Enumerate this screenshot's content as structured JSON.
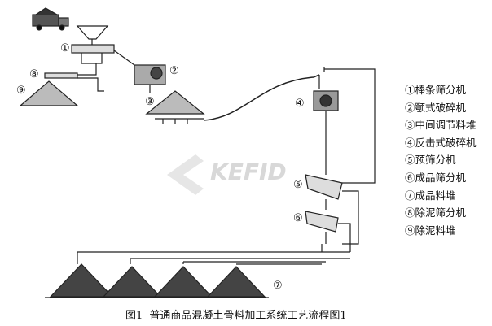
{
  "watermark": "KEFID",
  "markers": {
    "m1": "①",
    "m2": "②",
    "m3": "③",
    "m4": "④",
    "m5": "⑤",
    "m6": "⑥",
    "m7": "⑦",
    "m8": "⑧",
    "m9": "⑨"
  },
  "legend": [
    "①棒条筛分机",
    "②颚式破碎机",
    "③中间调节料堆",
    "④反击式破碎机",
    "⑤预筛分机",
    "⑥成品筛分机",
    "⑦成品料堆",
    "⑧除泥筛分机",
    "⑨除泥料堆"
  ],
  "caption": "图1  普通商品混凝土骨料加工系统工艺流程图1"
}
